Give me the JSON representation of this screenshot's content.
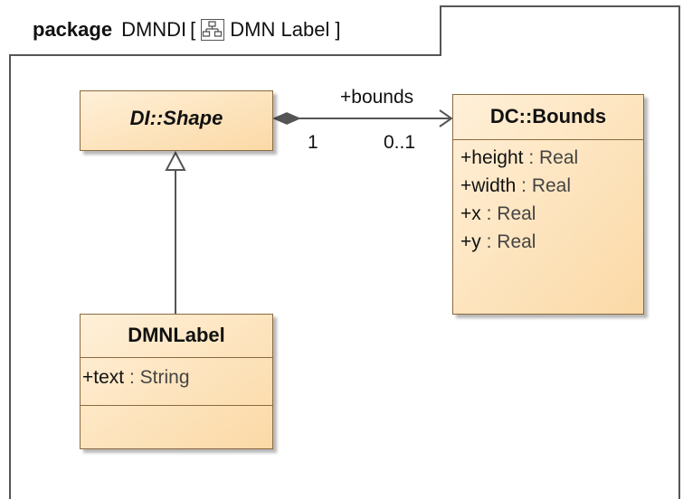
{
  "package": {
    "keyword": "package",
    "name": "DMNDI",
    "open_bracket": "[",
    "diagram_icon": "class-diagram-icon",
    "diagram_name": "DMN Label",
    "close_bracket": "]"
  },
  "classes": {
    "shape": {
      "name": "DI::Shape",
      "abstract": true
    },
    "bounds": {
      "name": "DC::Bounds",
      "attributes": [
        {
          "vis_name": "+height",
          "sep": " : ",
          "type": "Real"
        },
        {
          "vis_name": "+width",
          "sep": " : ",
          "type": "Real"
        },
        {
          "vis_name": "+x",
          "sep": " : ",
          "type": "Real"
        },
        {
          "vis_name": "+y",
          "sep": " : ",
          "type": "Real"
        }
      ]
    },
    "label": {
      "name": "DMNLabel",
      "attributes": [
        {
          "vis_name": "+text",
          "sep": " : ",
          "type": "String"
        }
      ]
    }
  },
  "association": {
    "role": "+bounds",
    "source_multiplicity": "1",
    "target_multiplicity": "0..1"
  },
  "colors": {
    "class_fill_light": "#fff0d8",
    "class_fill_dark": "#fbd9a6",
    "class_border": "#8a6a40",
    "line": "#555555"
  }
}
